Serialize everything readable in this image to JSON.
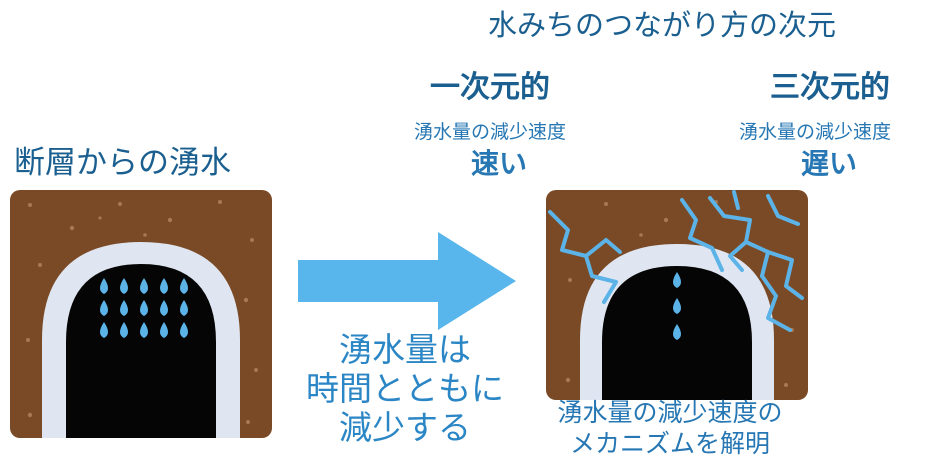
{
  "title": "水みちのつながり方の次元",
  "left_label": "断層からの湧水",
  "dimensions": [
    {
      "name": "一次元的",
      "subtitle": "湧水量の減少速度",
      "speed": "速い"
    },
    {
      "name": "三次元的",
      "subtitle": "湧水量の減少速度",
      "speed": "遅い"
    }
  ],
  "arrow_text": [
    "湧水量は",
    "時間とともに",
    "減少する"
  ],
  "conclusion": [
    "湧水量の減少速度の",
    "メカニズムを解明"
  ],
  "colors": {
    "soil": "#7a4a26",
    "soil_dot": "#a67954",
    "lining": "#dfe6f1",
    "tunnel": "#050505",
    "water": "#5bb3e8",
    "arrow": "#58b6ec",
    "text": "#1a5f8f"
  }
}
